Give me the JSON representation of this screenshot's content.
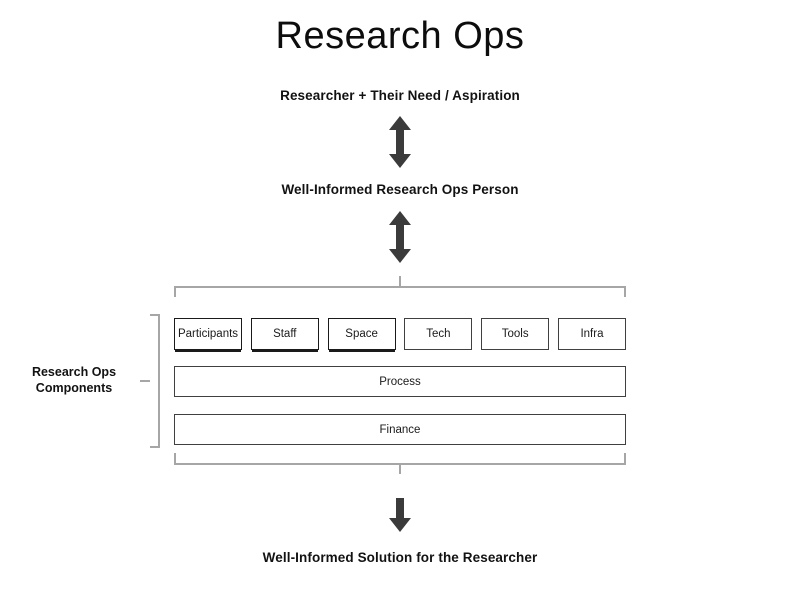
{
  "slide": {
    "title": "Research Ops",
    "background_color": "#ffffff"
  },
  "flow": {
    "top_caption": "Researcher + Their Need / Aspiration",
    "middle_caption": "Well-Informed Research Ops Person",
    "bottom_caption": "Well-Informed Solution for the Researcher",
    "arrow_top": "double-arrow-vertical",
    "arrow_middle": "double-arrow-vertical",
    "arrow_bottom": "arrow-down",
    "arrow_color": "#3b3b3b"
  },
  "components": {
    "group_label_line1": "Research Ops",
    "group_label_line2": "Components",
    "bracket_color": "#a6a6a6",
    "box_border_color": "#404040",
    "row_small": [
      {
        "label": "Participants"
      },
      {
        "label": "Staff"
      },
      {
        "label": "Space"
      },
      {
        "label": "Tech"
      },
      {
        "label": "Tools"
      },
      {
        "label": "Infra"
      }
    ],
    "bars": [
      {
        "label": "Process"
      },
      {
        "label": "Finance"
      }
    ]
  }
}
